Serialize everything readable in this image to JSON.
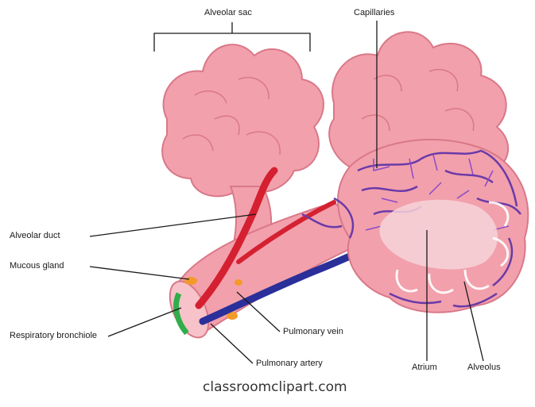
{
  "labels": {
    "alveolar_sac": "Alveolar sac",
    "capillaries": "Capillaries",
    "alveolar_duct": "Alveolar duct",
    "mucous_gland": "Mucous gland",
    "respiratory_bronchiole": "Respiratory bronchiole",
    "pulmonary_vein": "Pulmonary vein",
    "pulmonary_artery": "Pulmonary artery",
    "atrium": "Atrium",
    "alveolus": "Alveolus"
  },
  "credit": "classroomclipart.com",
  "colors": {
    "tissue": "#f2a0ac",
    "tissue_dark": "#d97888",
    "vein_red": "#d42030",
    "artery_blue": "#2a2f9a",
    "capillary_purple": "#6a3aa8",
    "gland_orange": "#f39a2a",
    "cartilage_green": "#2fae4a"
  }
}
